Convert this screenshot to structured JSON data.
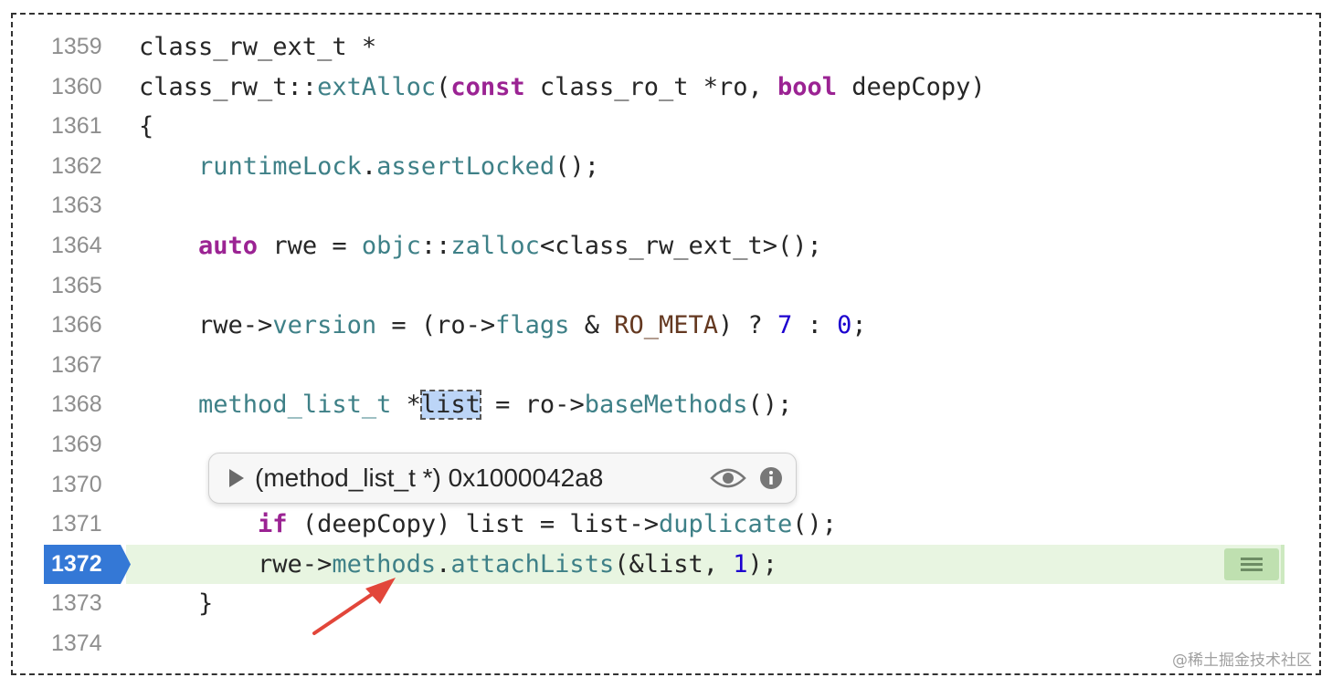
{
  "lines": [
    {
      "num": "1359",
      "tokens": [
        {
          "t": "class_rw_ext_t *",
          "c": "plain"
        }
      ]
    },
    {
      "num": "1360",
      "tokens": [
        {
          "t": "class_rw_t::",
          "c": "plain"
        },
        {
          "t": "extAlloc",
          "c": "fn"
        },
        {
          "t": "(",
          "c": "plain"
        },
        {
          "t": "const",
          "c": "kw"
        },
        {
          "t": " class_ro_t *ro, ",
          "c": "plain"
        },
        {
          "t": "bool",
          "c": "kw"
        },
        {
          "t": " deepCopy)",
          "c": "plain"
        }
      ]
    },
    {
      "num": "1361",
      "tokens": [
        {
          "t": "{",
          "c": "plain"
        }
      ]
    },
    {
      "num": "1362",
      "tokens": [
        {
          "t": "    ",
          "c": "plain"
        },
        {
          "t": "runtimeLock",
          "c": "fn"
        },
        {
          "t": ".",
          "c": "plain"
        },
        {
          "t": "assertLocked",
          "c": "fn"
        },
        {
          "t": "();",
          "c": "plain"
        }
      ]
    },
    {
      "num": "1363",
      "tokens": []
    },
    {
      "num": "1364",
      "tokens": [
        {
          "t": "    ",
          "c": "plain"
        },
        {
          "t": "auto",
          "c": "kw"
        },
        {
          "t": " rwe = ",
          "c": "plain"
        },
        {
          "t": "objc",
          "c": "fn"
        },
        {
          "t": "::",
          "c": "plain"
        },
        {
          "t": "zalloc",
          "c": "fn"
        },
        {
          "t": "<class_rw_ext_t>();",
          "c": "plain"
        }
      ]
    },
    {
      "num": "1365",
      "tokens": []
    },
    {
      "num": "1366",
      "tokens": [
        {
          "t": "    rwe->",
          "c": "plain"
        },
        {
          "t": "version",
          "c": "fn"
        },
        {
          "t": " = (ro->",
          "c": "plain"
        },
        {
          "t": "flags",
          "c": "fn"
        },
        {
          "t": " & ",
          "c": "plain"
        },
        {
          "t": "RO_META",
          "c": "macro"
        },
        {
          "t": ") ? ",
          "c": "plain"
        },
        {
          "t": "7",
          "c": "num"
        },
        {
          "t": " : ",
          "c": "plain"
        },
        {
          "t": "0",
          "c": "num"
        },
        {
          "t": ";",
          "c": "plain"
        }
      ]
    },
    {
      "num": "1367",
      "tokens": []
    },
    {
      "num": "1368",
      "tokens": [
        {
          "t": "    ",
          "c": "plain"
        },
        {
          "t": "method_list_t",
          "c": "fn"
        },
        {
          "t": " *",
          "c": "plain"
        },
        {
          "t": "list",
          "c": "sel"
        },
        {
          "t": " = ro->",
          "c": "plain"
        },
        {
          "t": "baseMethods",
          "c": "fn"
        },
        {
          "t": "();",
          "c": "plain"
        }
      ]
    },
    {
      "num": "1369",
      "tokens": []
    },
    {
      "num": "1370",
      "tokens": []
    },
    {
      "num": "1371",
      "tokens": [
        {
          "t": "        ",
          "c": "plain"
        },
        {
          "t": "if",
          "c": "kw"
        },
        {
          "t": " (deepCopy) list = list->",
          "c": "plain"
        },
        {
          "t": "duplicate",
          "c": "fn"
        },
        {
          "t": "();",
          "c": "plain"
        }
      ]
    },
    {
      "num": "1372",
      "tokens": [
        {
          "t": "        rwe->",
          "c": "plain"
        },
        {
          "t": "methods",
          "c": "fn"
        },
        {
          "t": ".",
          "c": "plain"
        },
        {
          "t": "attachLists",
          "c": "fn"
        },
        {
          "t": "(&list, ",
          "c": "plain"
        },
        {
          "t": "1",
          "c": "num"
        },
        {
          "t": ");",
          "c": "plain"
        }
      ]
    },
    {
      "num": "1373",
      "tokens": [
        {
          "t": "    }",
          "c": "plain"
        }
      ]
    },
    {
      "num": "1374",
      "tokens": []
    }
  ],
  "current_line": "1372",
  "popover": {
    "value_text": "(method_list_t *) 0x1000042a8"
  },
  "icons": {
    "disclosure": "disclosure-triangle-icon",
    "quicklook": "eye-icon",
    "info": "info-icon",
    "trailing": "hamburger-icon"
  },
  "colors": {
    "keyword": "#9b2393",
    "function": "#3e8087",
    "number": "#1c00cf",
    "current_line_bg": "#e8f5e1",
    "pc_marker": "#3478d6",
    "annotation_arrow": "#e2463a"
  },
  "watermark": "@稀土掘金技术社区"
}
